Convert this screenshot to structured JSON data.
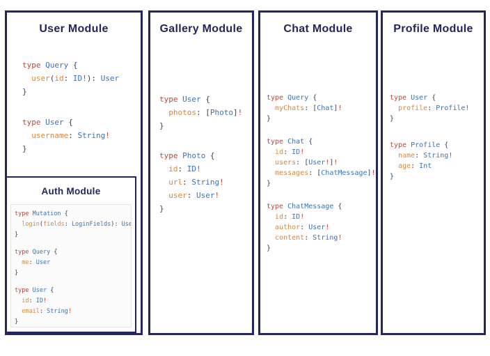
{
  "colors": {
    "navy": "#23265c",
    "kw": "#b5493f",
    "type": "#3a72b8",
    "field": "#d9863a",
    "punct": "#3c4057",
    "bang": "#c43b2b",
    "codebox-bg": "#fbfbfb",
    "codebox-border": "#e4e4e4"
  },
  "panels": {
    "user": {
      "title": "User Module",
      "blocks": [
        [
          [
            [
              "k",
              "type "
            ],
            [
              "t",
              "Query "
            ],
            [
              "p",
              "{"
            ]
          ],
          [
            [
              "p",
              "  "
            ],
            [
              "f",
              "user"
            ],
            [
              "p",
              "("
            ],
            [
              "f",
              "id"
            ],
            [
              "p",
              ": "
            ],
            [
              "t",
              "ID"
            ],
            [
              "e",
              "!"
            ],
            [
              "p",
              "): "
            ],
            [
              "t",
              "User"
            ]
          ],
          [
            [
              "p",
              "}"
            ]
          ]
        ],
        [
          [
            [
              "k",
              "type "
            ],
            [
              "t",
              "User "
            ],
            [
              "p",
              "{"
            ]
          ],
          [
            [
              "p",
              "  "
            ],
            [
              "f",
              "username"
            ],
            [
              "p",
              ": "
            ],
            [
              "t",
              "String"
            ],
            [
              "e",
              "!"
            ]
          ],
          [
            [
              "p",
              "}"
            ]
          ]
        ]
      ],
      "auth": {
        "title": "Auth Module",
        "blocks": [
          [
            [
              [
                "k",
                "type "
              ],
              [
                "t",
                "Mutation "
              ],
              [
                "p",
                "{"
              ]
            ],
            [
              [
                "p",
                "  "
              ],
              [
                "f",
                "login"
              ],
              [
                "p",
                "("
              ],
              [
                "f",
                "fields"
              ],
              [
                "p",
                ": "
              ],
              [
                "t",
                "LoginFields"
              ],
              [
                "p",
                "): "
              ],
              [
                "t",
                "User"
              ]
            ],
            [
              [
                "p",
                "}"
              ]
            ]
          ],
          [
            [
              [
                "k",
                "type "
              ],
              [
                "t",
                "Query "
              ],
              [
                "p",
                "{"
              ]
            ],
            [
              [
                "p",
                "  "
              ],
              [
                "f",
                "me"
              ],
              [
                "p",
                ": "
              ],
              [
                "t",
                "User"
              ]
            ],
            [
              [
                "p",
                "}"
              ]
            ]
          ],
          [
            [
              [
                "k",
                "type "
              ],
              [
                "t",
                "User "
              ],
              [
                "p",
                "{"
              ]
            ],
            [
              [
                "p",
                "  "
              ],
              [
                "f",
                "id"
              ],
              [
                "p",
                ": "
              ],
              [
                "t",
                "ID"
              ],
              [
                "e",
                "!"
              ]
            ],
            [
              [
                "p",
                "  "
              ],
              [
                "f",
                "email"
              ],
              [
                "p",
                ": "
              ],
              [
                "t",
                "String"
              ],
              [
                "e",
                "!"
              ]
            ],
            [
              [
                "p",
                "}"
              ]
            ]
          ]
        ]
      }
    },
    "gallery": {
      "title": "Gallery Module",
      "blocks": [
        [
          [
            [
              "k",
              "type "
            ],
            [
              "t",
              "User "
            ],
            [
              "p",
              "{"
            ]
          ],
          [
            [
              "p",
              "  "
            ],
            [
              "f",
              "photos"
            ],
            [
              "p",
              ": ["
            ],
            [
              "t",
              "Photo"
            ],
            [
              "p",
              "]"
            ],
            [
              "e",
              "!"
            ]
          ],
          [
            [
              "p",
              "}"
            ]
          ]
        ],
        [
          [
            [
              "k",
              "type "
            ],
            [
              "t",
              "Photo "
            ],
            [
              "p",
              "{"
            ]
          ],
          [
            [
              "p",
              "  "
            ],
            [
              "f",
              "id"
            ],
            [
              "p",
              ": "
            ],
            [
              "t",
              "ID"
            ],
            [
              "e",
              "!"
            ]
          ],
          [
            [
              "p",
              "  "
            ],
            [
              "f",
              "url"
            ],
            [
              "p",
              ": "
            ],
            [
              "t",
              "String"
            ],
            [
              "e",
              "!"
            ]
          ],
          [
            [
              "p",
              "  "
            ],
            [
              "f",
              "user"
            ],
            [
              "p",
              ": "
            ],
            [
              "t",
              "User"
            ],
            [
              "e",
              "!"
            ]
          ],
          [
            [
              "p",
              "}"
            ]
          ]
        ]
      ]
    },
    "chat": {
      "title": "Chat Module",
      "blocks": [
        [
          [
            [
              "k",
              "type "
            ],
            [
              "t",
              "Query "
            ],
            [
              "p",
              "{"
            ]
          ],
          [
            [
              "p",
              "  "
            ],
            [
              "f",
              "myChats"
            ],
            [
              "p",
              ": ["
            ],
            [
              "t",
              "Chat"
            ],
            [
              "p",
              "]"
            ],
            [
              "e",
              "!"
            ]
          ],
          [
            [
              "p",
              "}"
            ]
          ]
        ],
        [
          [
            [
              "k",
              "type "
            ],
            [
              "t",
              "Chat "
            ],
            [
              "p",
              "{"
            ]
          ],
          [
            [
              "p",
              "  "
            ],
            [
              "f",
              "id"
            ],
            [
              "p",
              ": "
            ],
            [
              "t",
              "ID"
            ],
            [
              "e",
              "!"
            ]
          ],
          [
            [
              "p",
              "  "
            ],
            [
              "f",
              "users"
            ],
            [
              "p",
              ": ["
            ],
            [
              "t",
              "User"
            ],
            [
              "e",
              "!"
            ],
            [
              "p",
              "]"
            ],
            [
              "e",
              "!"
            ]
          ],
          [
            [
              "p",
              "  "
            ],
            [
              "f",
              "messages"
            ],
            [
              "p",
              ": ["
            ],
            [
              "t",
              "ChatMessage"
            ],
            [
              "p",
              "]"
            ],
            [
              "e",
              "!"
            ]
          ],
          [
            [
              "p",
              "}"
            ]
          ]
        ],
        [
          [
            [
              "k",
              "type "
            ],
            [
              "t",
              "ChatMessage "
            ],
            [
              "p",
              "{"
            ]
          ],
          [
            [
              "p",
              "  "
            ],
            [
              "f",
              "id"
            ],
            [
              "p",
              ": "
            ],
            [
              "t",
              "ID"
            ],
            [
              "e",
              "!"
            ]
          ],
          [
            [
              "p",
              "  "
            ],
            [
              "f",
              "author"
            ],
            [
              "p",
              ": "
            ],
            [
              "t",
              "User"
            ],
            [
              "e",
              "!"
            ]
          ],
          [
            [
              "p",
              "  "
            ],
            [
              "f",
              "content"
            ],
            [
              "p",
              ": "
            ],
            [
              "t",
              "String"
            ],
            [
              "e",
              "!"
            ]
          ],
          [
            [
              "p",
              "}"
            ]
          ]
        ]
      ]
    },
    "profile": {
      "title": "Profile Module",
      "blocks": [
        [
          [
            [
              "k",
              "type "
            ],
            [
              "t",
              "User "
            ],
            [
              "p",
              "{"
            ]
          ],
          [
            [
              "p",
              "  "
            ],
            [
              "f",
              "profile"
            ],
            [
              "p",
              ": "
            ],
            [
              "t",
              "Profile"
            ],
            [
              "e",
              "!"
            ]
          ],
          [
            [
              "p",
              "}"
            ]
          ]
        ],
        [
          [
            [
              "k",
              "type "
            ],
            [
              "t",
              "Profile "
            ],
            [
              "p",
              "{"
            ]
          ],
          [
            [
              "p",
              "  "
            ],
            [
              "f",
              "name"
            ],
            [
              "p",
              ": "
            ],
            [
              "t",
              "String"
            ],
            [
              "e",
              "!"
            ]
          ],
          [
            [
              "p",
              "  "
            ],
            [
              "f",
              "age"
            ],
            [
              "p",
              ": "
            ],
            [
              "t",
              "Int"
            ]
          ],
          [
            [
              "p",
              "}"
            ]
          ]
        ]
      ]
    }
  }
}
